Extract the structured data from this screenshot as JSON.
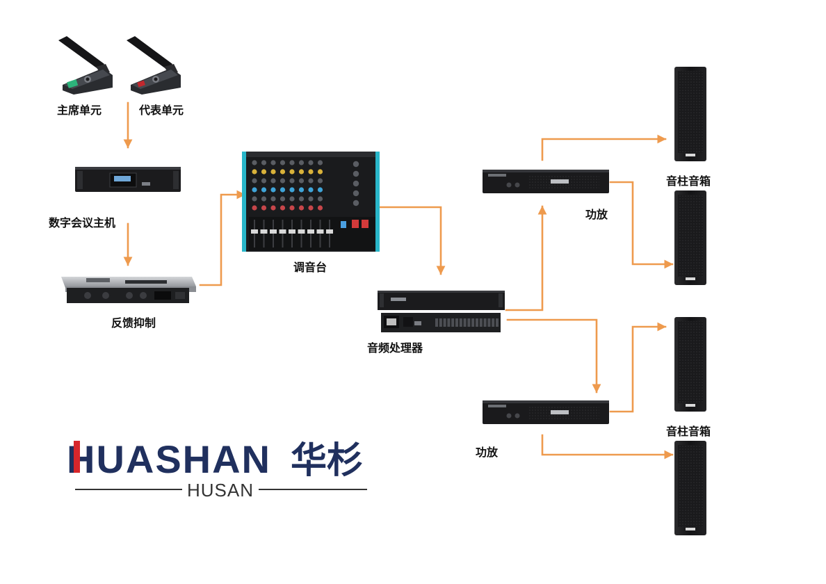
{
  "colors": {
    "arrow": "#EE9A4D",
    "device_dark": "#1E1E20",
    "device_silver": "#A8ABAF",
    "logo_navy": "#20305E",
    "logo_red": "#D7262B"
  },
  "nodes": {
    "chairman_unit": "主席单元",
    "delegate_unit": "代表单元",
    "digital_host": "数字会议主机",
    "feedback_suppressor": "反馈抑制",
    "mixer": "调音台",
    "audio_processor": "音频处理器",
    "amplifier_top": "功放",
    "amplifier_bottom": "功放",
    "speaker_top": "音柱音箱",
    "speaker_bottom": "音柱音箱"
  },
  "logo": {
    "wordmark_latin": "HUASHAN",
    "wordmark_cn": "华杉",
    "subtitle": "HUSAN"
  },
  "links": [
    {
      "from": "chairman_unit",
      "to": "digital_host"
    },
    {
      "from": "digital_host",
      "to": "feedback_suppressor"
    },
    {
      "from": "feedback_suppressor",
      "to": "mixer"
    },
    {
      "from": "mixer",
      "to": "audio_processor"
    },
    {
      "from": "audio_processor",
      "to": "amplifier_top"
    },
    {
      "from": "audio_processor",
      "to": "amplifier_bottom"
    },
    {
      "from": "amplifier_top",
      "to": "speaker_top"
    },
    {
      "from": "amplifier_top",
      "to": "speaker_top"
    },
    {
      "from": "amplifier_bottom",
      "to": "speaker_bottom"
    },
    {
      "from": "amplifier_bottom",
      "to": "speaker_bottom"
    }
  ]
}
